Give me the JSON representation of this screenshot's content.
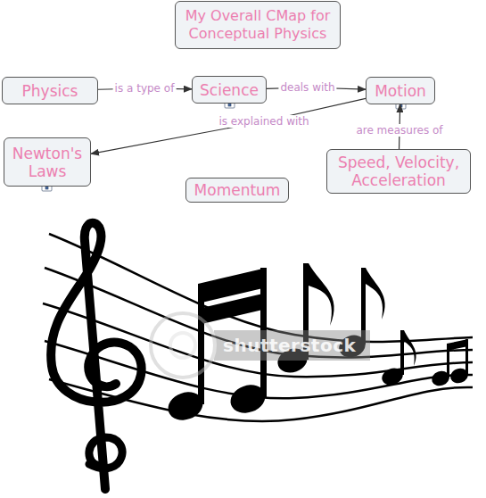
{
  "diagram": {
    "title": "My Overall CMap for Conceptual Physics",
    "nodes": [
      {
        "text": [
          "Physics"
        ]
      },
      {
        "text": [
          "Science"
        ]
      },
      {
        "text": [
          "Motion"
        ]
      },
      {
        "text": [
          "Newton's Laws"
        ]
      },
      {
        "text": [
          "Speed, Velocity, Acceleration"
        ]
      },
      {
        "text": [
          "Momentum"
        ]
      }
    ],
    "edges": [
      {
        "from": 0,
        "to": 1,
        "label": "is a type of",
        "arrow": "to"
      },
      {
        "from": 1,
        "to": 2,
        "label": "deals with",
        "arrow": "to"
      },
      {
        "from": 2,
        "to": 3,
        "label": "is explained with",
        "arrow": "to"
      },
      {
        "from": 4,
        "to": 2,
        "label": "are measures of",
        "arrow": "to"
      }
    ],
    "labels": [
      "shutterstock"
    ]
  }
}
